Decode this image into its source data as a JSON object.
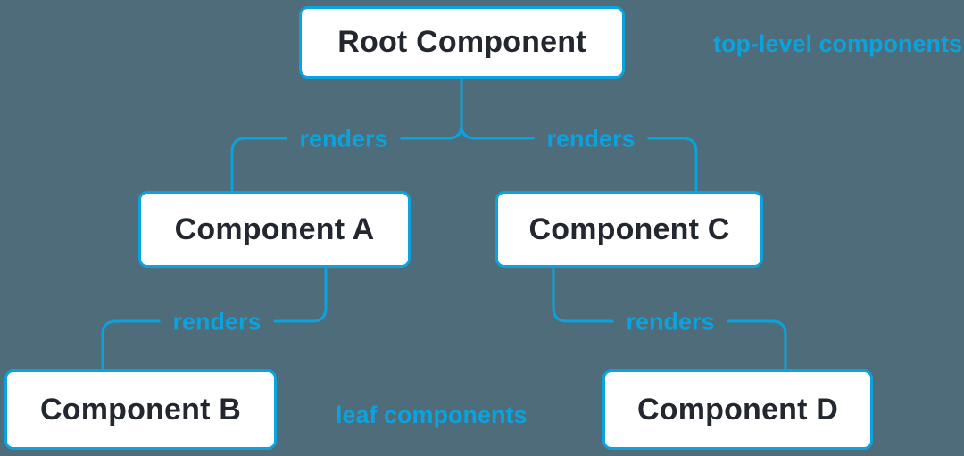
{
  "diagram": {
    "nodes": {
      "root": {
        "label": "Root Component"
      },
      "a": {
        "label": "Component A"
      },
      "b": {
        "label": "Component B"
      },
      "c": {
        "label": "Component C"
      },
      "d": {
        "label": "Component D"
      }
    },
    "edges": [
      {
        "from": "Root Component",
        "to": "Component A",
        "label": "renders"
      },
      {
        "from": "Root Component",
        "to": "Component C",
        "label": "renders"
      },
      {
        "from": "Component A",
        "to": "Component B",
        "label": "renders"
      },
      {
        "from": "Component C",
        "to": "Component D",
        "label": "renders"
      }
    ],
    "annotations": {
      "top": "top-level components",
      "bottom": "leaf components"
    },
    "colors": {
      "background": "#4e6c79",
      "accent": "#0ba2dd",
      "node_fill": "#ffffff",
      "node_border": "#0ba2dd",
      "node_text": "#23272f"
    }
  }
}
